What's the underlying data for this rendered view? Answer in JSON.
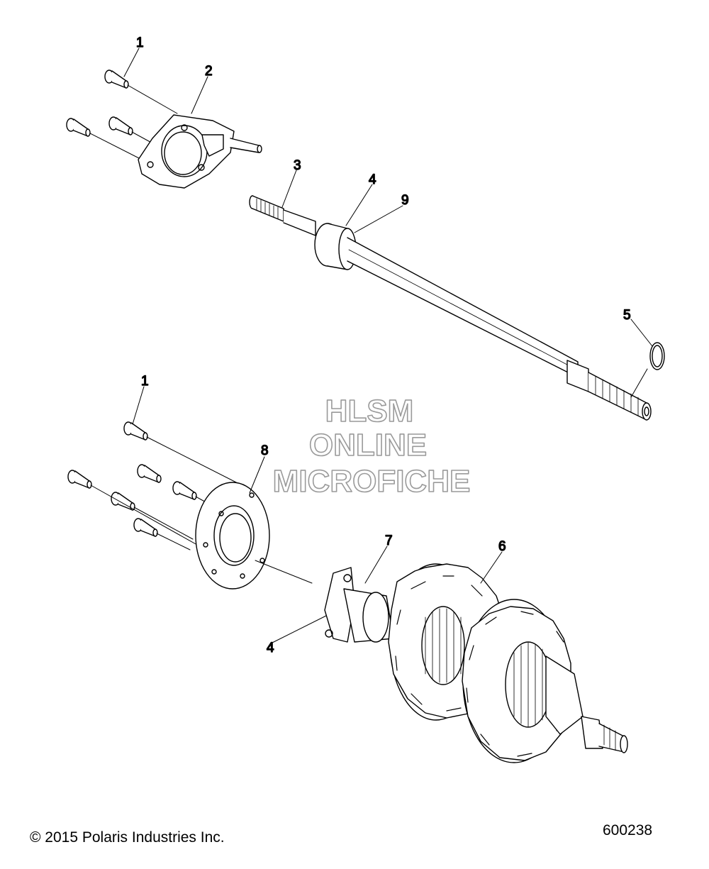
{
  "callouts": {
    "c1a": "1",
    "c2": "2",
    "c3": "3",
    "c4a": "4",
    "c9": "9",
    "c5": "5",
    "c1b": "1",
    "c8": "8",
    "c7": "7",
    "c6": "6",
    "c4b": "4"
  },
  "watermark": {
    "line1": "HLSM",
    "line2": "ONLINE",
    "line3": "MICROFICHE"
  },
  "footer": {
    "copyright": "© 2015 Polaris Industries Inc.",
    "drawing_number": "600238"
  }
}
